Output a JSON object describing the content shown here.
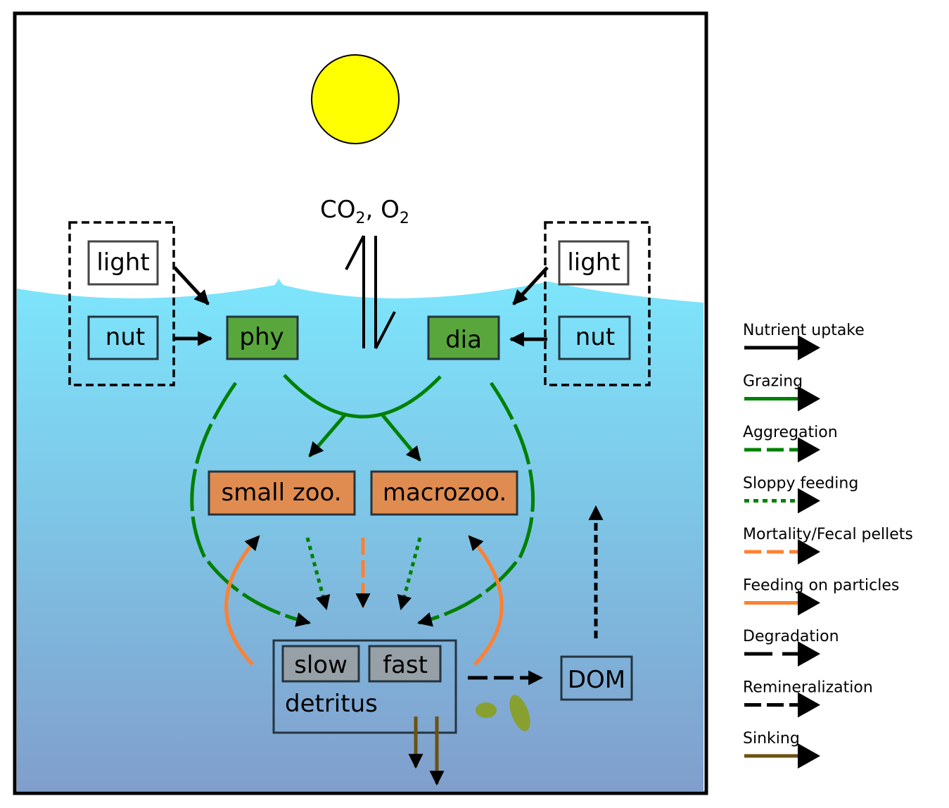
{
  "diagram": {
    "atmosphere_label": {
      "main": "CO",
      "sub1": "2",
      "sep": ", O",
      "sub2": "2"
    },
    "colors": {
      "sun": "#ffff00",
      "water_top": "#7de6fc",
      "water_bottom": "#809ecc",
      "phytoplankton_box": "#58a63c",
      "zooplankton_box": "#e08c50",
      "detritus_sub_box": "#96a0a6",
      "grazing": "#008000",
      "feeding_on_particles": "#ff8030",
      "sinking": "#6b5210",
      "black": "#000000",
      "particle": "#88a030"
    },
    "nodes": {
      "light_left": "light",
      "nut_left": "nut",
      "phy": "phy",
      "dia": "dia",
      "light_right": "light",
      "nut_right": "nut",
      "small_zoo": "small zoo.",
      "macrozoo": "macrozoo.",
      "slow": "slow",
      "fast": "fast",
      "detritus": "detritus",
      "dom": "DOM"
    }
  },
  "legend": {
    "items": [
      {
        "label": "Nutrient uptake",
        "style": "solid",
        "color": "#000000"
      },
      {
        "label": "Grazing",
        "style": "solid",
        "color": "#008000"
      },
      {
        "label": "Aggregation",
        "style": "dashed",
        "color": "#008000"
      },
      {
        "label": "Sloppy feeding",
        "style": "dotted",
        "color": "#008000"
      },
      {
        "label": "Mortality/Fecal pellets",
        "style": "dashed",
        "color": "#ff8030"
      },
      {
        "label": "Feeding on particles",
        "style": "solid",
        "color": "#ff8030"
      },
      {
        "label": "Degradation",
        "style": "long-dashed",
        "color": "#000000"
      },
      {
        "label": "Remineralization",
        "style": "dashed",
        "color": "#000000"
      },
      {
        "label": "Sinking",
        "style": "solid",
        "color": "#6b5210"
      }
    ]
  }
}
